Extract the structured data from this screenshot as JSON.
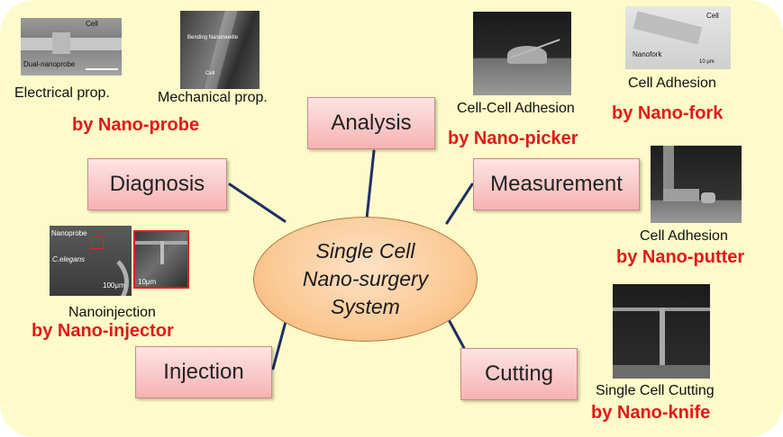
{
  "center": {
    "line1": "Single Cell",
    "line2": "Nano-surgery",
    "line3": "System"
  },
  "boxes": {
    "analysis": "Analysis",
    "diagnosis": "Diagnosis",
    "measurement": "Measurement",
    "injection": "Injection",
    "cutting": "Cutting"
  },
  "labels": {
    "electrical": "Electrical prop.",
    "mechanical": "Mechanical prop.",
    "cell_cell_adhesion": "Cell-Cell Adhesion",
    "cell_adhesion_top": "Cell Adhesion",
    "cell_adhesion_right": "Cell Adhesion",
    "nanoinjection": "Nanoinjection",
    "single_cell_cutting": "Single Cell Cutting"
  },
  "tools": {
    "probe": "by Nano-probe",
    "picker": "by Nano-picker",
    "fork": "by Nano-fork",
    "putter": "by Nano-putter",
    "injector": "by Nano-injector",
    "knife": "by Nano-knife"
  },
  "image_text": {
    "img1_cell": "Cell",
    "img1_probe": "Dual-nanoprobe",
    "img2_needle": "Bending Nanoneedle",
    "img2_cell": "Cell",
    "img4_cell": "Cell",
    "img4_fork": "Nanofork",
    "img4_scale": "10 μm",
    "img6_probe": "Nanoprobe",
    "img6_species": "C.elegans",
    "img6_scale": "100μm",
    "img7_scale": "10μm"
  },
  "colors": {
    "panel": "#fdfbc9",
    "tool_text": "#e0191b",
    "connector": "#1f2f66",
    "box_fill": "#f9c6c6"
  }
}
